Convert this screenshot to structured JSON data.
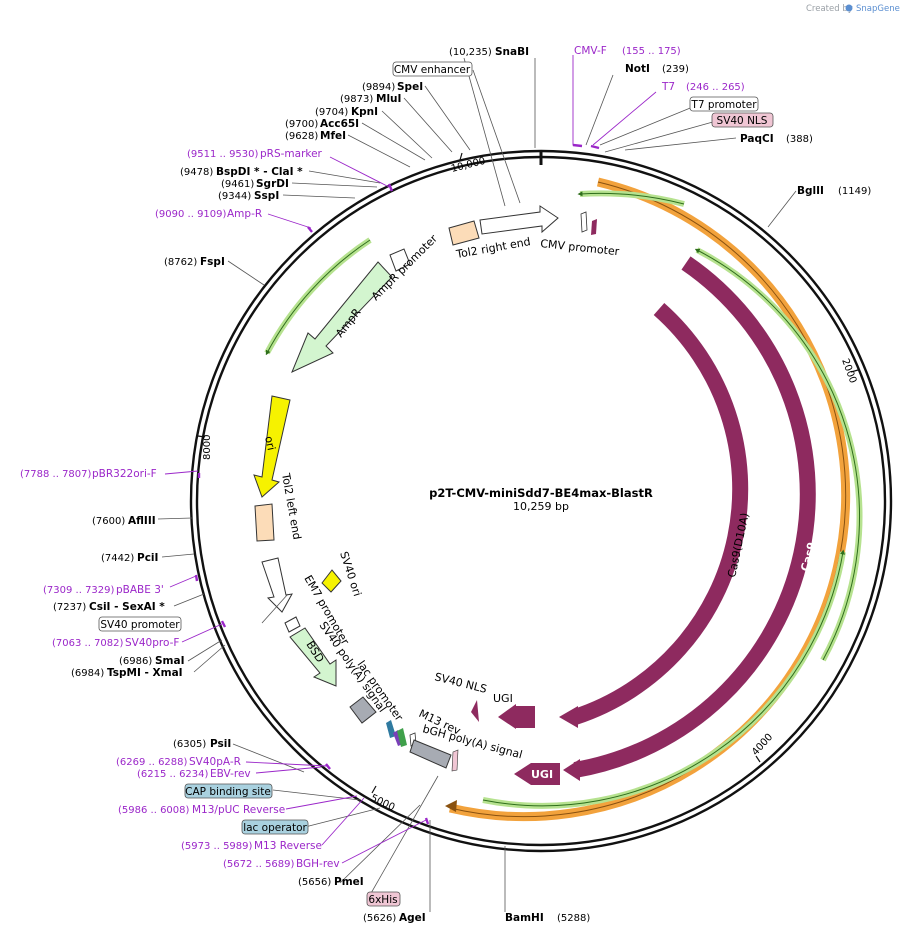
{
  "header": {
    "watermark": "Created by",
    "brand": "SnapGene"
  },
  "plasmid": {
    "name": "p2T-CMV-miniSdd7-BE4max-BlastR",
    "length_label": "10,259 bp"
  },
  "ticks": [
    "10,000",
    "2000",
    "4000",
    "5000",
    "8000"
  ],
  "sites": [
    {
      "pos": "(10,235)",
      "name": "SnaBI"
    },
    {
      "pos": "(239)",
      "name": "NotI"
    },
    {
      "pos": "(388)",
      "name": "PaqCI"
    },
    {
      "pos": "(1149)",
      "name": "BglII"
    },
    {
      "pos": "(9894)",
      "name": "SpeI"
    },
    {
      "pos": "(9873)",
      "name": "MluI"
    },
    {
      "pos": "(9704)",
      "name": "KpnI"
    },
    {
      "pos": "(9700)",
      "name": "Acc65I"
    },
    {
      "pos": "(9628)",
      "name": "MfeI"
    },
    {
      "pos": "(9478)",
      "name": "BspDI * - ClaI *"
    },
    {
      "pos": "(9461)",
      "name": "SgrDI"
    },
    {
      "pos": "(9344)",
      "name": "SspI"
    },
    {
      "pos": "(8762)",
      "name": "FspI"
    },
    {
      "pos": "(7600)",
      "name": "AflIII"
    },
    {
      "pos": "(7442)",
      "name": "PciI"
    },
    {
      "pos": "(7237)",
      "name": "CsiI - SexAI *"
    },
    {
      "pos": "(6986)",
      "name": "SmaI"
    },
    {
      "pos": "(6984)",
      "name": "TspMI - XmaI"
    },
    {
      "pos": "(6305)",
      "name": "PsiI"
    },
    {
      "pos": "(5656)",
      "name": "PmeI"
    },
    {
      "pos": "(5626)",
      "name": "AgeI"
    },
    {
      "pos": "(5288)",
      "name": "BamHI"
    }
  ],
  "primers": [
    {
      "name": "CMV-F",
      "pos": "(155 .. 175)"
    },
    {
      "name": "T7",
      "pos": "(246 .. 265)"
    },
    {
      "name": "pRS-marker",
      "pos": "(9511 .. 9530)"
    },
    {
      "name": "Amp-R",
      "pos": "(9090 .. 9109)"
    },
    {
      "name": "pBR322ori-F",
      "pos": "(7788 .. 7807)"
    },
    {
      "name": "pBABE 3'",
      "pos": "(7309 .. 7329)"
    },
    {
      "name": "SV40pro-F",
      "pos": "(7063 .. 7082)"
    },
    {
      "name": "SV40pA-R",
      "pos": "(6269 .. 6288)"
    },
    {
      "name": "EBV-rev",
      "pos": "(6215 .. 6234)"
    },
    {
      "name": "M13/pUC Reverse",
      "pos": "(5986 .. 6008)"
    },
    {
      "name": "M13 Reverse",
      "pos": "(5973 .. 5989)"
    },
    {
      "name": "BGH-rev",
      "pos": "(5672 .. 5689)"
    }
  ],
  "boxed": {
    "cmv_enhancer": "CMV enhancer",
    "t7_promoter": "T7 promoter",
    "sv40_nls_top": "SV40 NLS",
    "sv40_promoter": "SV40 promoter",
    "cap_site": "CAP binding site",
    "lac_operator": "lac operator",
    "his6": "6xHis"
  },
  "features": {
    "tol2_right": "Tol2 right end",
    "cmv_promoter": "CMV promoter",
    "ampr_promoter": "AmpR promoter",
    "ampr": "AmpR",
    "ori": "ori",
    "tol2_left": "Tol2 left end",
    "sv40_ori": "SV40 ori",
    "em7": "EM7 promoter",
    "bsd": "BSD",
    "sv40_polya": "SV40 poly(A) signal",
    "lac_promoter": "lac promoter",
    "m13_rev": "M13 rev",
    "bgh_polya": "bGH poly(A) signal",
    "sv40_nls": "SV40 NLS",
    "ugi_top": "UGI",
    "ugi_box": "UGI",
    "cas9_d10a": "Cas9(D10A)",
    "cas9": "Cas9"
  },
  "colors": {
    "backbone": "#111111",
    "cas9": "#8e2a5f",
    "primer": "#9b27c9",
    "green_feature": "#7ec34a",
    "orange_feature": "#f2a23c",
    "ampr_fill": "#d3f5cf",
    "ori_fill": "#f6f200",
    "tol2_fill": "#fcdcb8",
    "polya_fill": "#a7abb3",
    "box_pink": "#f0c6d4",
    "box_blue": "#a9d1df"
  }
}
